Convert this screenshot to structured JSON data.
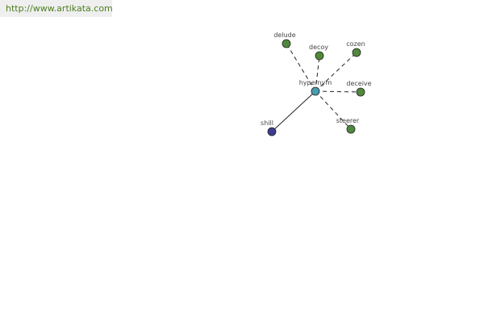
{
  "header": {
    "url": "http://www.artikata.com"
  },
  "graph": {
    "center": {
      "label": "hypernym",
      "color": "#4a9bb0"
    },
    "nodes": [
      {
        "id": "delude",
        "label": "delude",
        "color": "#4f8a3c",
        "link": "dashed"
      },
      {
        "id": "decoy",
        "label": "decoy",
        "color": "#4f8a3c",
        "link": "dashed"
      },
      {
        "id": "cozen",
        "label": "cozen",
        "color": "#4f8a3c",
        "link": "dashed"
      },
      {
        "id": "deceive",
        "label": "deceive",
        "color": "#4f8a3c",
        "link": "dashed"
      },
      {
        "id": "steerer",
        "label": "steerer",
        "color": "#4f8a3c",
        "link": "dashed"
      },
      {
        "id": "shill",
        "label": "shill",
        "color": "#3d3d8f",
        "link": "solid"
      }
    ]
  }
}
